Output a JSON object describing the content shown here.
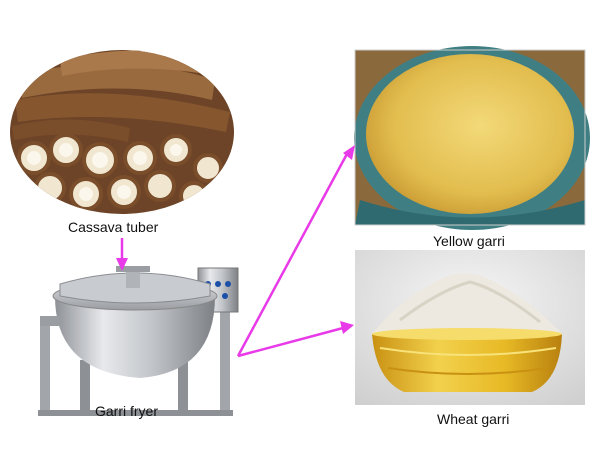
{
  "labels": {
    "cassava": "Cassava tuber",
    "fryer": "Garri fryer",
    "yellow": "Yellow garri",
    "wheat": "Wheat garri"
  },
  "icons": {
    "cassava": "cassava-tuber-photo",
    "fryer": "steam-jacketed-kettle-photo",
    "yellow": "yellow-garri-basket-photo",
    "wheat": "white-garri-bowl-photo"
  },
  "colors": {
    "arrow": "#e83ae8",
    "yellow_garri": "#e6c456",
    "wheat_garri": "#ece8df",
    "cassava_skin": "#8c5a34",
    "bowl": "#e4b923"
  }
}
